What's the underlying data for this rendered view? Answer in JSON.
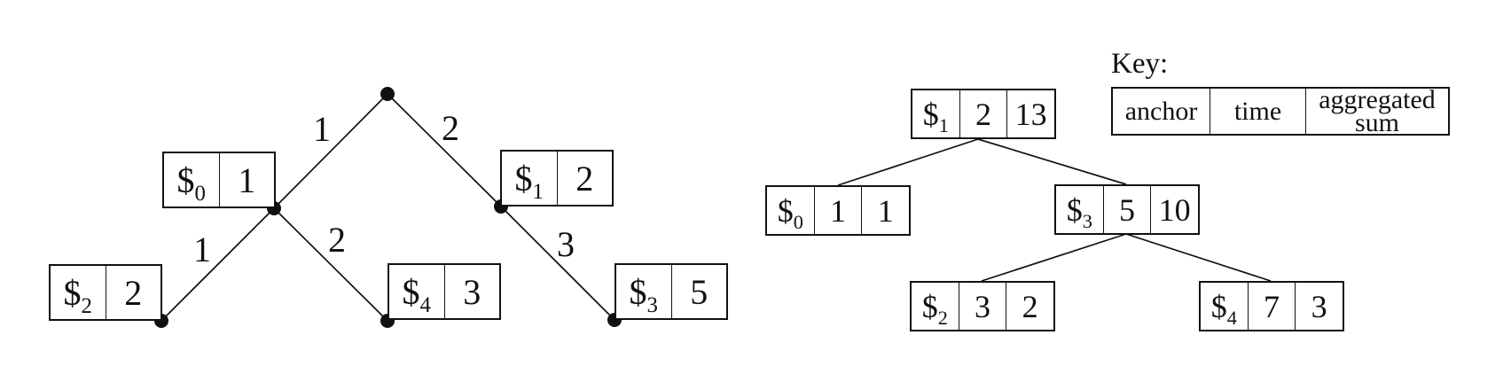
{
  "colors": {
    "ink": "#111111",
    "background": "#ffffff"
  },
  "left_tree": {
    "nodes": [
      {
        "anchor": "$",
        "sub": "0",
        "time": "1"
      },
      {
        "anchor": "$",
        "sub": "1",
        "time": "2"
      },
      {
        "anchor": "$",
        "sub": "2",
        "time": "2"
      },
      {
        "anchor": "$",
        "sub": "4",
        "time": "3"
      },
      {
        "anchor": "$",
        "sub": "3",
        "time": "5"
      }
    ],
    "edge_labels": {
      "root_left": "1",
      "root_right": "2",
      "left_to_s2": "1",
      "left_to_s4": "2",
      "right_to_s3": "3"
    }
  },
  "right_tree": {
    "nodes": [
      {
        "anchor": "$",
        "sub": "1",
        "time": "2",
        "sum": "13"
      },
      {
        "anchor": "$",
        "sub": "0",
        "time": "1",
        "sum": "1"
      },
      {
        "anchor": "$",
        "sub": "3",
        "time": "5",
        "sum": "10"
      },
      {
        "anchor": "$",
        "sub": "2",
        "time": "3",
        "sum": "2"
      },
      {
        "anchor": "$",
        "sub": "4",
        "time": "7",
        "sum": "3"
      }
    ]
  },
  "key": {
    "title": "Key:",
    "col_anchor": "anchor",
    "col_time": "time",
    "col_sum_line1": "aggregated",
    "col_sum_line2": "sum"
  }
}
